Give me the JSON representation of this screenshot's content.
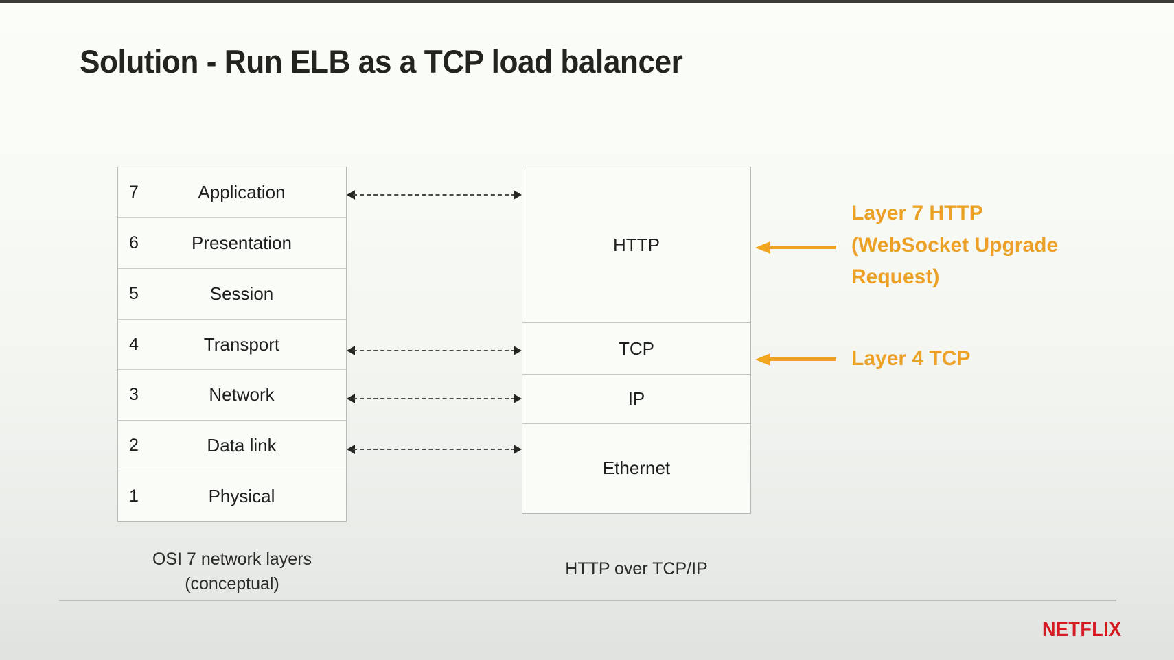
{
  "slide": {
    "title": "Solution - Run ELB as a TCP load balancer",
    "brand": "NETFLIX",
    "colors": {
      "accent_orange": "#eda026",
      "brand_red": "#d71921",
      "box_border": "#b6bab5",
      "row_divider": "#c9ccc8",
      "text": "#1e1e1c",
      "background": "#f8faf6"
    }
  },
  "osi_stack": {
    "caption": "OSI 7 network layers\n(conceptual)",
    "layers": [
      {
        "number": "7",
        "name": "Application"
      },
      {
        "number": "6",
        "name": "Presentation"
      },
      {
        "number": "5",
        "name": "Session"
      },
      {
        "number": "4",
        "name": "Transport"
      },
      {
        "number": "3",
        "name": "Network"
      },
      {
        "number": "2",
        "name": "Data link"
      },
      {
        "number": "1",
        "name": "Physical"
      }
    ]
  },
  "tcpip_stack": {
    "caption": "HTTP over TCP/IP",
    "segments": [
      {
        "name": "HTTP"
      },
      {
        "name": "TCP"
      },
      {
        "name": "IP"
      },
      {
        "name": "Ethernet"
      }
    ]
  },
  "mappings": [
    {
      "from": "Application",
      "to": "HTTP"
    },
    {
      "from": "Transport",
      "to": "TCP"
    },
    {
      "from": "Network",
      "to": "IP"
    },
    {
      "from": "Data link",
      "to": "Ethernet"
    }
  ],
  "annotations": [
    {
      "text": "Layer 7 HTTP\n(WebSocket Upgrade\nRequest)",
      "target": "HTTP"
    },
    {
      "text": "Layer 4 TCP",
      "target": "TCP"
    }
  ]
}
